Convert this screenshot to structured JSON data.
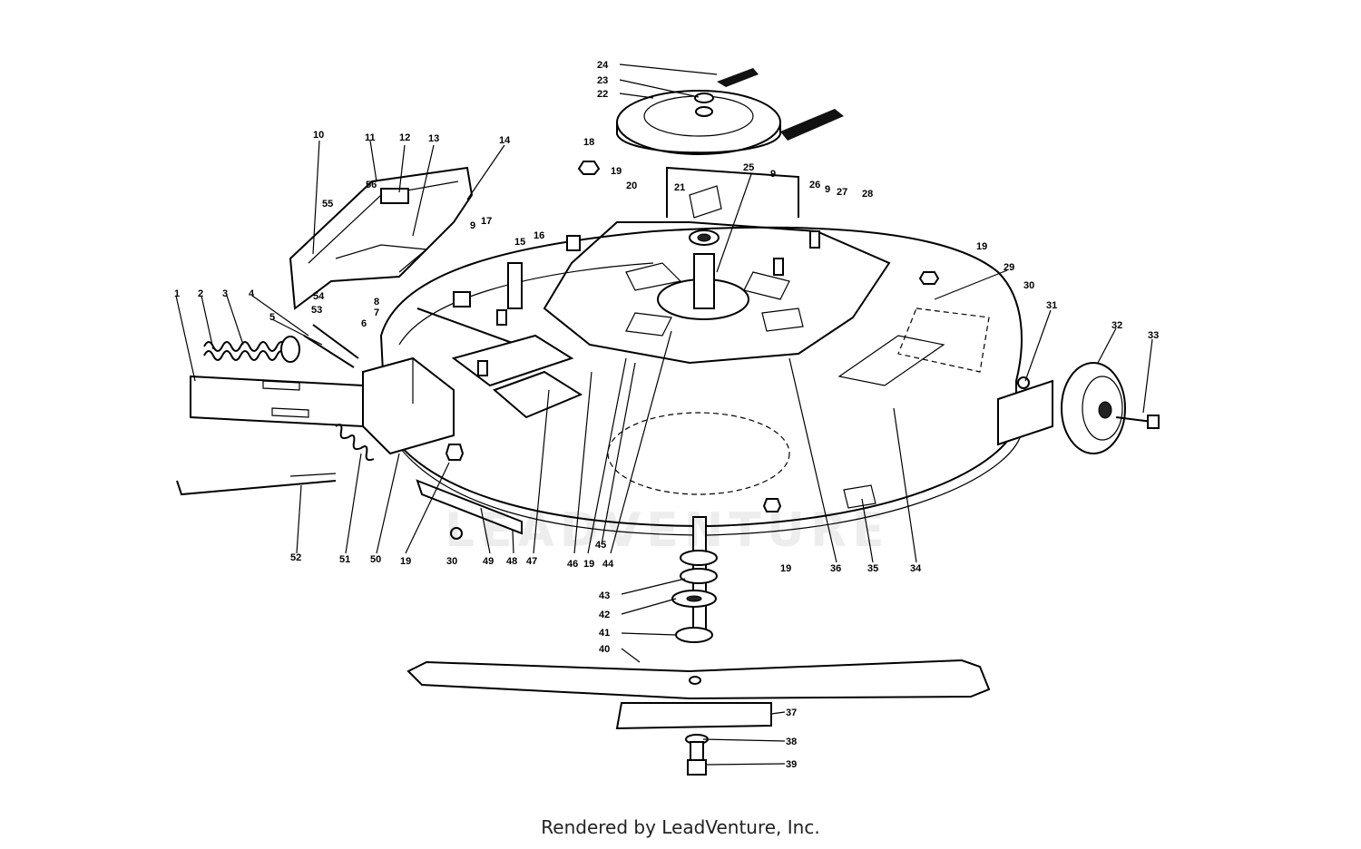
{
  "caption": "Rendered by LeadVenture, Inc.",
  "watermark": "LEADVENTURE",
  "callouts": [
    {
      "id": "1",
      "text": "1"
    },
    {
      "id": "2",
      "text": "2"
    },
    {
      "id": "3",
      "text": "3"
    },
    {
      "id": "4",
      "text": "4"
    },
    {
      "id": "5",
      "text": "5"
    },
    {
      "id": "6",
      "text": "6"
    },
    {
      "id": "7",
      "text": "7"
    },
    {
      "id": "8",
      "text": "8"
    },
    {
      "id": "9a",
      "text": "9"
    },
    {
      "id": "9b",
      "text": "9"
    },
    {
      "id": "9c",
      "text": "9"
    },
    {
      "id": "10",
      "text": "10"
    },
    {
      "id": "11",
      "text": "11"
    },
    {
      "id": "12",
      "text": "12"
    },
    {
      "id": "13",
      "text": "13"
    },
    {
      "id": "14",
      "text": "14"
    },
    {
      "id": "15",
      "text": "15"
    },
    {
      "id": "16",
      "text": "16"
    },
    {
      "id": "17",
      "text": "17"
    },
    {
      "id": "18",
      "text": "18"
    },
    {
      "id": "19a",
      "text": "19"
    },
    {
      "id": "19b",
      "text": "19"
    },
    {
      "id": "19c",
      "text": "19"
    },
    {
      "id": "19d",
      "text": "19"
    },
    {
      "id": "19e",
      "text": "19"
    },
    {
      "id": "20",
      "text": "20"
    },
    {
      "id": "21",
      "text": "21"
    },
    {
      "id": "22",
      "text": "22"
    },
    {
      "id": "23",
      "text": "23"
    },
    {
      "id": "24",
      "text": "24"
    },
    {
      "id": "25",
      "text": "25"
    },
    {
      "id": "26",
      "text": "26"
    },
    {
      "id": "27",
      "text": "27"
    },
    {
      "id": "28",
      "text": "28"
    },
    {
      "id": "29",
      "text": "29"
    },
    {
      "id": "30a",
      "text": "30"
    },
    {
      "id": "30b",
      "text": "30"
    },
    {
      "id": "31",
      "text": "31"
    },
    {
      "id": "32",
      "text": "32"
    },
    {
      "id": "33",
      "text": "33"
    },
    {
      "id": "34",
      "text": "34"
    },
    {
      "id": "35",
      "text": "35"
    },
    {
      "id": "36",
      "text": "36"
    },
    {
      "id": "37",
      "text": "37"
    },
    {
      "id": "38",
      "text": "38"
    },
    {
      "id": "39",
      "text": "39"
    },
    {
      "id": "40",
      "text": "40"
    },
    {
      "id": "41",
      "text": "41"
    },
    {
      "id": "42",
      "text": "42"
    },
    {
      "id": "43",
      "text": "43"
    },
    {
      "id": "44",
      "text": "44"
    },
    {
      "id": "45",
      "text": "45"
    },
    {
      "id": "46",
      "text": "46"
    },
    {
      "id": "47",
      "text": "47"
    },
    {
      "id": "48",
      "text": "48"
    },
    {
      "id": "49",
      "text": "49"
    },
    {
      "id": "50",
      "text": "50"
    },
    {
      "id": "51",
      "text": "51"
    },
    {
      "id": "52",
      "text": "52"
    },
    {
      "id": "53",
      "text": "53"
    },
    {
      "id": "54",
      "text": "54"
    },
    {
      "id": "55",
      "text": "55"
    },
    {
      "id": "56",
      "text": "56"
    }
  ]
}
